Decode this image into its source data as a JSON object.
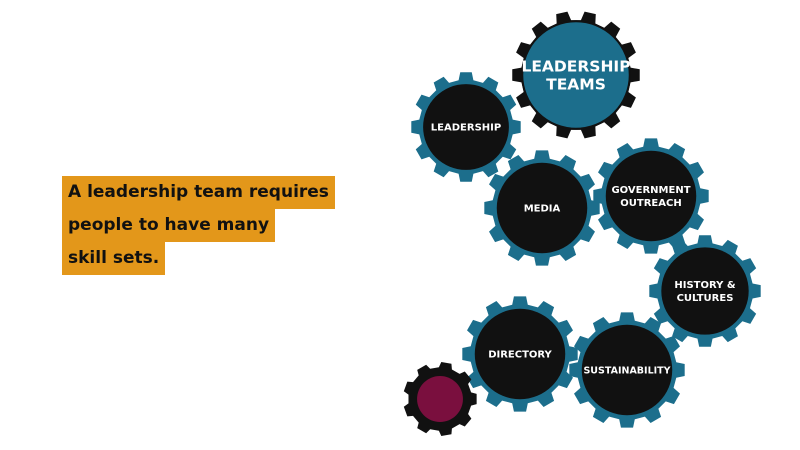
{
  "caption": {
    "lines": [
      "A leadership team requires",
      "people to have many",
      "skill sets."
    ]
  },
  "colors": {
    "caption_bg": "#E3971A",
    "gear_teal": "#1C6E8C",
    "gear_black": "#111111",
    "gear_maroon": "#7A0F3E"
  },
  "gears": [
    {
      "id": "leadership-teams",
      "lines": [
        "LEADERSHIP",
        "TEAMS"
      ],
      "style": "main",
      "icon": "gear-icon"
    },
    {
      "id": "leadership",
      "lines": [
        "LEADERSHIP"
      ],
      "style": "teal",
      "icon": "gear-icon"
    },
    {
      "id": "media",
      "lines": [
        "MEDIA"
      ],
      "style": "teal",
      "icon": "gear-icon"
    },
    {
      "id": "government-outreach",
      "lines": [
        "GOVERNMENT",
        "OUTREACH"
      ],
      "style": "teal",
      "icon": "gear-icon"
    },
    {
      "id": "history-cultures",
      "lines": [
        "HISTORY &",
        "CULTURES"
      ],
      "style": "teal",
      "icon": "gear-icon"
    },
    {
      "id": "directory",
      "lines": [
        "DIRECTORY"
      ],
      "style": "teal",
      "icon": "gear-icon"
    },
    {
      "id": "sustainability",
      "lines": [
        "SUSTAINABILITY"
      ],
      "style": "teal",
      "icon": "gear-icon"
    },
    {
      "id": "small-gear",
      "lines": [],
      "style": "maroon",
      "icon": "gear-icon"
    }
  ]
}
